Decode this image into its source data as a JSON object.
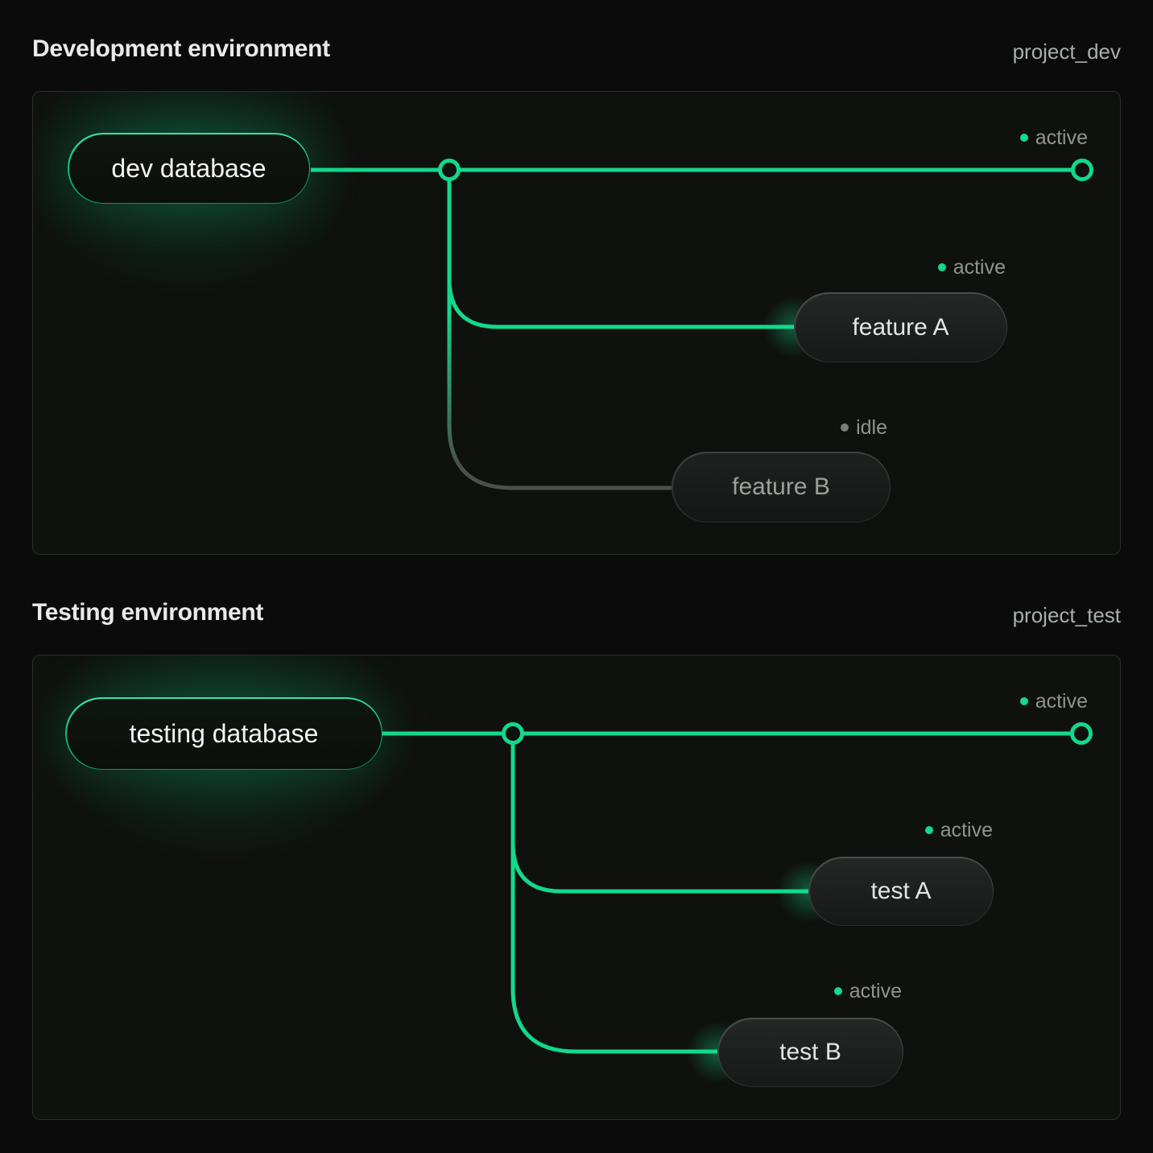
{
  "colors": {
    "accent_green": "#12d98c",
    "idle_gray": "#787f79",
    "status_text_gray": "#8e958f",
    "page_background": "#0a0b0a",
    "panel_background": "#0f110f"
  },
  "sections": [
    {
      "title": "Development environment",
      "project_label": "project_dev",
      "root": {
        "label": "dev database"
      },
      "main_branch": {
        "status": "active"
      },
      "branches": [
        {
          "label": "feature A",
          "status": "active"
        },
        {
          "label": "feature B",
          "status": "idle"
        }
      ]
    },
    {
      "title": "Testing environment",
      "project_label": "project_test",
      "root": {
        "label": "testing database"
      },
      "main_branch": {
        "status": "active"
      },
      "branches": [
        {
          "label": "test A",
          "status": "active"
        },
        {
          "label": "test B",
          "status": "active"
        }
      ]
    }
  ]
}
